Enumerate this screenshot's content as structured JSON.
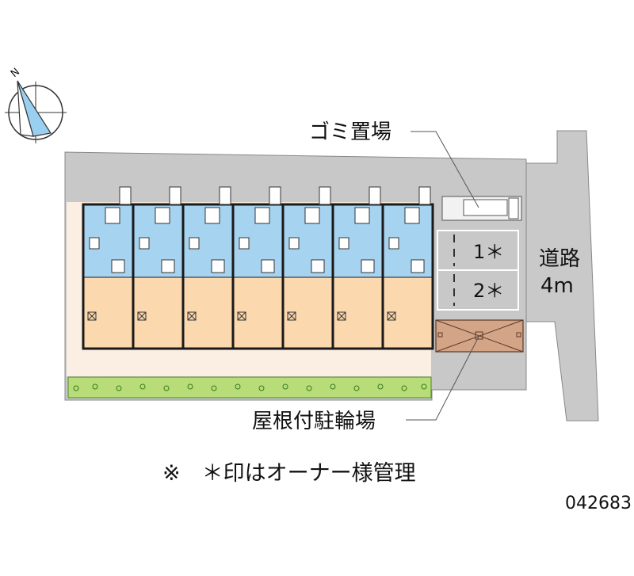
{
  "labels": {
    "garbage": "ゴミ置場",
    "bicycle": "屋根付駐輪場",
    "road_line1": "道路",
    "road_line2": "4m",
    "parking_1": "1＊",
    "parking_2": "2＊",
    "compass_n": "N"
  },
  "note": "※　＊印はオーナー様管理",
  "map_id": "042683",
  "colors": {
    "site_gray": "#c8c8c8",
    "road_gray": "#c9c9c9",
    "floor_peach": "#fbd8ae",
    "wet_blue": "#a6d3f0",
    "strip_beige": "#fbeee2",
    "bike_shelter": "#d4a487",
    "hedge_green": "#b7dc78",
    "wall": "#1a1a1a"
  }
}
